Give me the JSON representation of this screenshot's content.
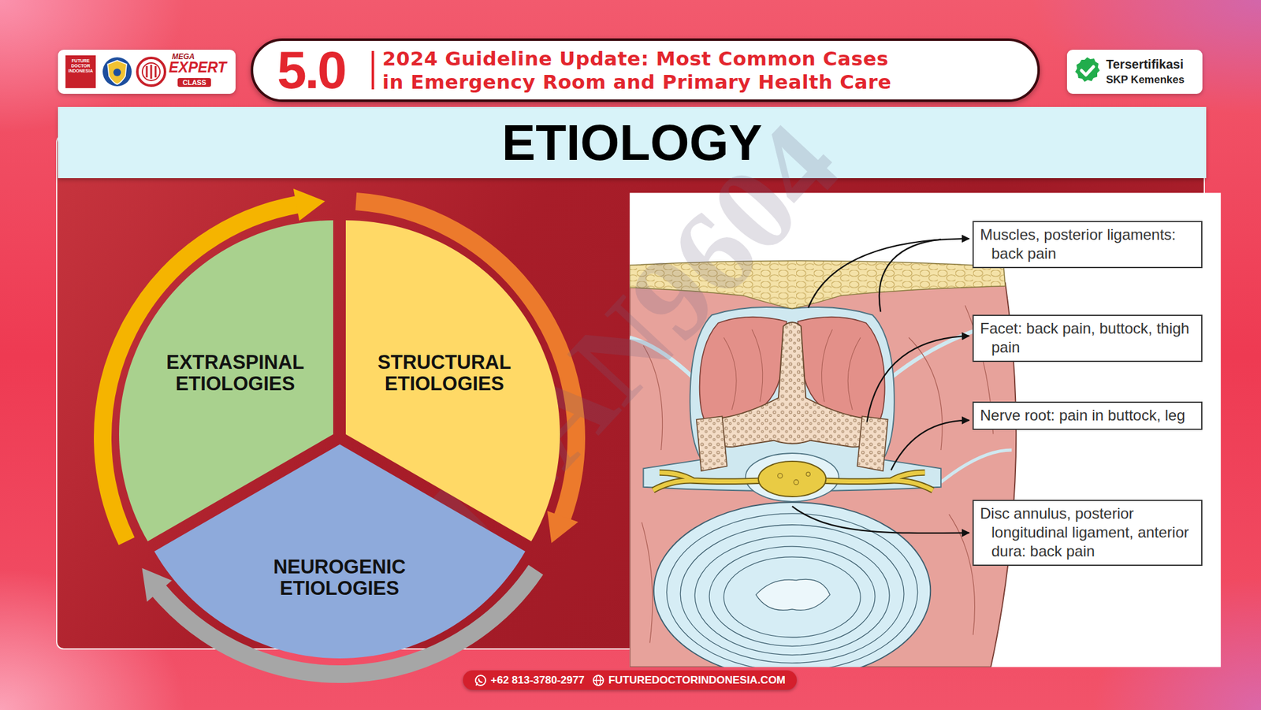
{
  "diagram": {
    "title": "ETIOLOGY",
    "nodes": [
      {
        "text": [
          "FUTURE DOCTOR INDONESIA",
          "MEGA",
          "EXPERT",
          "CLASS"
        ]
      },
      {
        "text": [
          "5.0",
          "2024 Guideline Update: Most Common Cases in Emergency Room and Primary Health Care"
        ]
      },
      {
        "text": [
          "Tersertifikasi",
          "SKP Kemenkes"
        ]
      },
      {
        "text": [
          "EXTRASPINAL ETIOLOGIES"
        ]
      },
      {
        "text": [
          "STRUCTURAL ETIOLOGIES"
        ]
      },
      {
        "text": [
          "NEUROGENIC ETIOLOGIES"
        ]
      },
      {
        "text": [
          "Muscles, posterior ligaments: back pain"
        ]
      },
      {
        "text": [
          "Facet: back pain, buttock, thigh pain"
        ]
      },
      {
        "text": [
          "Nerve root: pain in buttock, leg"
        ]
      },
      {
        "text": [
          "Disc annulus, posterior longitudinal ligament, anterior dura: back pain"
        ]
      },
      {
        "text": [
          "+62 813-3780-2977",
          "FUTUREDOCTORINDONESIA.COM"
        ]
      }
    ],
    "edges": [
      {
        "from": 3,
        "to": 4,
        "arrow": "to"
      },
      {
        "from": 4,
        "to": 5,
        "arrow": "to"
      },
      {
        "from": 5,
        "to": 3,
        "arrow": "to"
      }
    ],
    "labels": [
      "JEAN9604"
    ]
  }
}
